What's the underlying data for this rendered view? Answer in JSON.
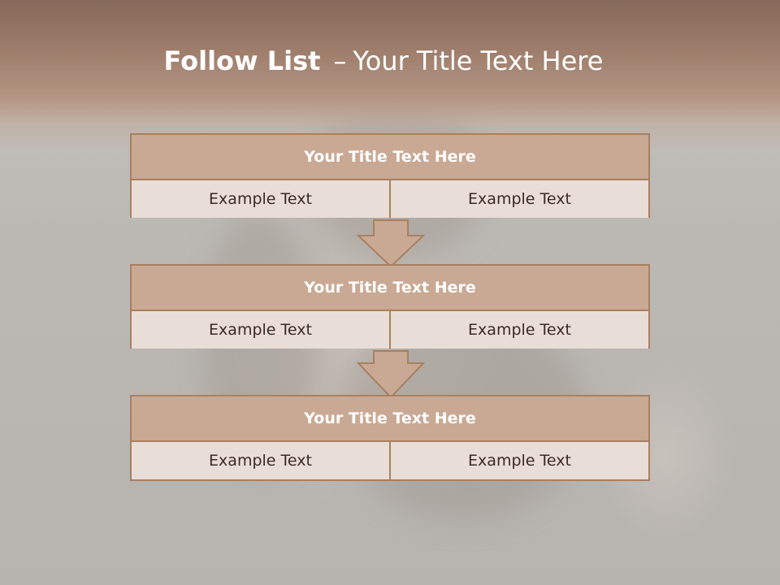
{
  "slide": {
    "title_bold": "Follow List",
    "title_dash": "–",
    "title_rest": "Your Title Text Here"
  },
  "colors": {
    "header": "#9f7e6c",
    "box_title_bg": "#c9a994",
    "box_cell_bg": "#e9ddd8",
    "border": "#a9805f",
    "arrow_fill": "#c9a994"
  },
  "blocks": [
    {
      "title": "Your Title Text Here",
      "left": "Example Text",
      "right": "Example Text"
    },
    {
      "title": "Your Title Text Here",
      "left": "Example Text",
      "right": "Example Text"
    },
    {
      "title": "Your Title Text Here",
      "left": "Example Text",
      "right": "Example Text"
    }
  ],
  "arrows": [
    "down-arrow-icon",
    "down-arrow-icon"
  ]
}
